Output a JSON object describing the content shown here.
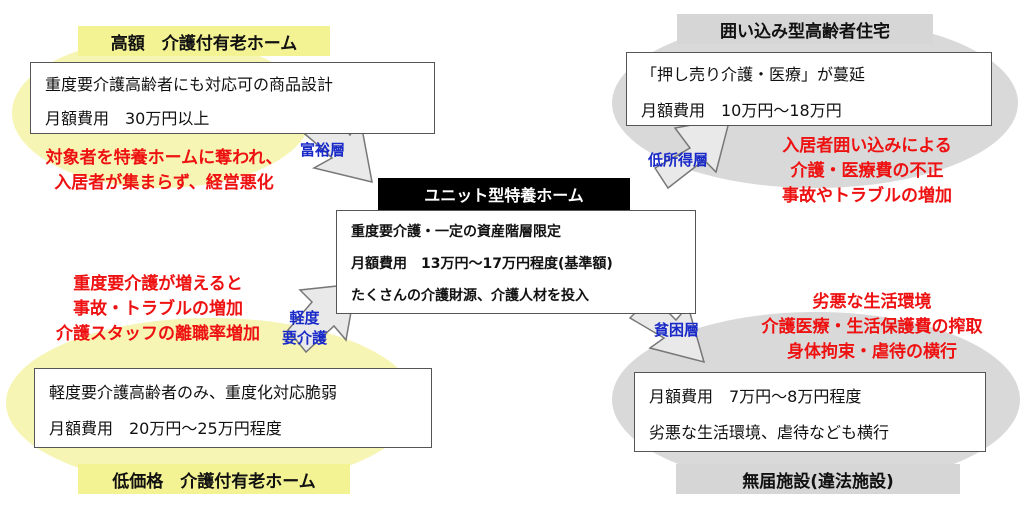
{
  "top_left": {
    "title": "高額　介護付有老ホーム",
    "lines": [
      "重度要介護高齢者にも対応可の商品設計",
      "月額費用　30万円以上"
    ],
    "problems": [
      "対象者を特養ホームに奪われ、",
      "入居者が集まらず、経営悪化"
    ],
    "arrow_label": "富裕層"
  },
  "top_right": {
    "title": "囲い込み型高齢者住宅",
    "lines": [
      "「押し売り介護・医療」が蔓延",
      "月額費用　10万円～18万円"
    ],
    "problems": [
      "入居者囲い込みによる",
      "介護・医療費の不正",
      "事故やトラブルの増加"
    ],
    "arrow_label": "低所得層"
  },
  "center": {
    "title": "ユニット型特養ホーム",
    "lines": [
      "重度要介護・一定の資産階層限定",
      "月額費用　13万円～17万円程度(基準額)",
      "たくさんの介護財源、介護人材を投入"
    ]
  },
  "bottom_left": {
    "title": "低価格　介護付有老ホーム",
    "lines": [
      "軽度要介護高齢者のみ、重度化対応脆弱",
      "月額費用　20万円～25万円程度"
    ],
    "problems": [
      "重度要介護が増えると",
      "事故・トラブルの増加",
      "介護スタッフの離職率増加"
    ],
    "arrow_label": [
      "軽度",
      "要介護"
    ]
  },
  "bottom_right": {
    "title": "無届施設(違法施設)",
    "lines": [
      "月額費用　7万円～8万円程度",
      "劣悪な生活環境、虐待なども横行"
    ],
    "problems": [
      "劣悪な生活環境",
      "介護医療・生活保護費の搾取",
      "身体拘束・虐待の横行"
    ],
    "arrow_label": "貧困層"
  },
  "colors": {
    "yellow_blob": "#f6f5b4",
    "gray_blob": "#d9d9d9",
    "problem_text": "#ee1111",
    "arrow_label": "#1a2ac8"
  }
}
